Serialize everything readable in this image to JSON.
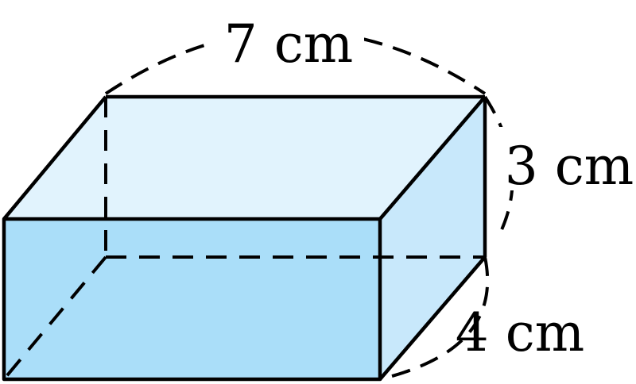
{
  "labels": {
    "length": "7 cm",
    "height": "3 cm",
    "depth": "4 cm"
  },
  "colors": {
    "front_face": "#aadef9",
    "top_face": "#e1f3fd",
    "side_face": "#c8e8fb",
    "back_face": "#e6f5fd",
    "edge": "#000000"
  }
}
